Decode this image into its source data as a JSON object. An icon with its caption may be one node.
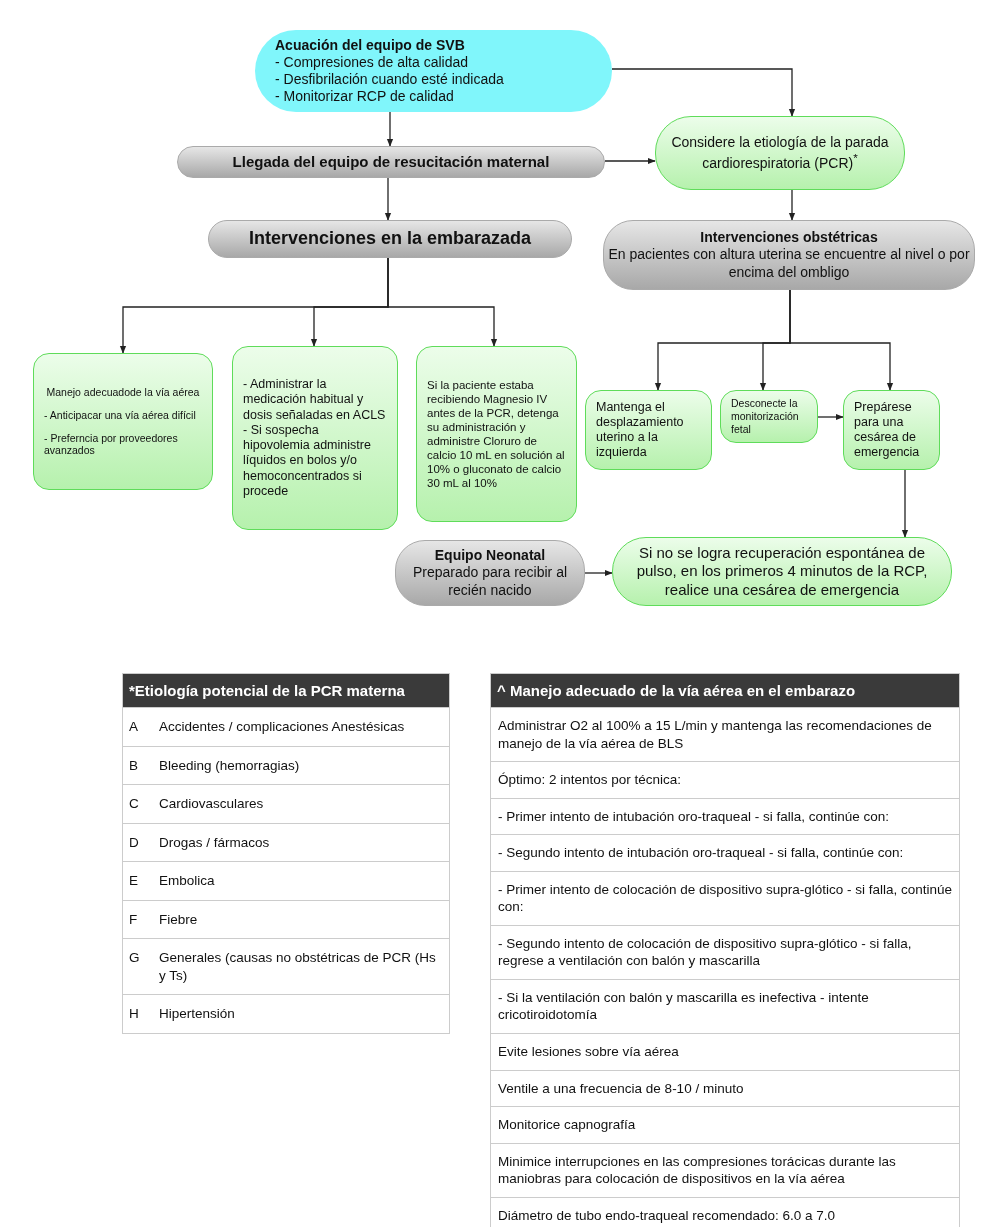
{
  "diagram": {
    "nodes": [
      {
        "text": [
          "Acuación del equipo de SVB",
          "- Compresiones de alta calidad",
          "- Desfibrilación cuando esté indicada",
          "- Monitorizar RCP de calidad"
        ]
      },
      {
        "text": [
          "Llegada del equipo de resucitación maternal"
        ]
      },
      {
        "text": [
          "Considere la etiología de la parada cardiorespiratoria (PCR)$^{*}$"
        ]
      },
      {
        "text": [
          "Intervenciones en la embarazada"
        ]
      },
      {
        "text": [
          "Intervenciones obstétricas",
          "En pacientes con altura uterina se encuentre al nivel o por encima del ombligo"
        ]
      },
      {
        "text": [
          "Manejo adecuadode la vía aérea",
          "- Anticipacar una vía aérea difícil",
          "- Preferncia por proveedores avanzados"
        ]
      },
      {
        "text": [
          "- Administrar la medicación habitual y dosis señaladas en ACLS",
          "- Si sospecha hipovolemia administre líquidos en bolos y/o hemoconcentrados si procede"
        ]
      },
      {
        "text": [
          "Si la paciente estaba recibiendo Magnesio IV antes de la PCR, detenga su administración y administre Cloruro de calcio 10 mL en solución al 10% o gluconato de calcio 30 mL al 10%"
        ]
      },
      {
        "text": [
          "Mantenga el desplazamiento uterino a la izquierda"
        ]
      },
      {
        "text": [
          "Desconecte la monitorización fetal"
        ]
      },
      {
        "text": [
          "Prepárese para una cesárea de emergencia"
        ]
      },
      {
        "text": [
          "Equipo Neonatal",
          "Preparado para recibir al recién nacido"
        ]
      },
      {
        "text": [
          "Si no se logra recuperación espontánea de pulso, en los primeros 4 minutos de la RCP, realice una cesárea de emergencia"
        ]
      }
    ],
    "edges": [
      {
        "from": 0,
        "to": 1,
        "arrow": "to"
      },
      {
        "from": 0,
        "to": 2,
        "arrow": "to"
      },
      {
        "from": 1,
        "to": 2,
        "arrow": "to"
      },
      {
        "from": 1,
        "to": 3,
        "arrow": "to"
      },
      {
        "from": 2,
        "to": 4,
        "arrow": "to"
      },
      {
        "from": 3,
        "to": 5,
        "arrow": "to"
      },
      {
        "from": 3,
        "to": 6,
        "arrow": "to"
      },
      {
        "from": 3,
        "to": 7,
        "arrow": "to"
      },
      {
        "from": 4,
        "to": 8,
        "arrow": "to"
      },
      {
        "from": 4,
        "to": 9,
        "arrow": "to"
      },
      {
        "from": 4,
        "to": 10,
        "arrow": "to"
      },
      {
        "from": 9,
        "to": 10,
        "arrow": "to"
      },
      {
        "from": 10,
        "to": 12,
        "arrow": "to"
      },
      {
        "from": 11,
        "to": 12,
        "arrow": "to"
      }
    ],
    "labels": [
      "*Etiología potencial de la PCR materna",
      "A",
      "Accidentes / complicaciones Anestésicas",
      "B",
      "Bleeding (hemorragias)",
      "C",
      "Cardiovasculares",
      "D",
      "Drogas / fármacos",
      "E",
      "Embolica",
      "F",
      "Fiebre",
      "G",
      "Generales (causas no obstétricas de PCR (Hs y Ts)",
      "H",
      "Hipertensión",
      "^ Manejo adecuado de la vía aérea en el embarazo",
      "Administrar O2 al 100% a 15 L/min y mantenga las recomendaciones de manejo de la vía aérea de BLS",
      "Óptimo: 2 intentos por técnica:",
      "- Primer intento de intubación oro-traqueal - si falla, continúe con:",
      "- Segundo intento de intubación oro-traqueal - si falla, continúe con:",
      "- Primer intento de colocación de dispositivo supra-glótico - si falla, continúe con:",
      "- Segundo intento de colocación de dispositivo supra-glótico - si falla, regrese a ventilación con balón y mascarilla",
      "- Si la ventilación con balón y mascarilla es inefectiva - intente cricotiroidotomía",
      "Evite lesiones sobre vía aérea",
      "Ventile a una frecuencia de 8-10 / minuto",
      "Monitorice capnografía",
      "Minimice interrupciones en las compresiones torácicas durante las maniobras para colocación de dispositivos en la vía aérea",
      "Diámetro de tubo endo-traqueal recomendado: 6.0 a 7.0"
    ]
  }
}
